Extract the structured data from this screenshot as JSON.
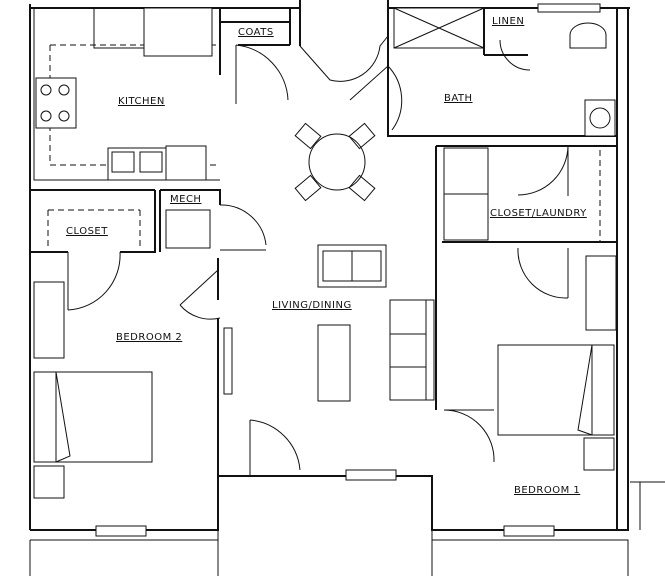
{
  "rooms": {
    "kitchen": "KITCHEN",
    "coats": "COATS",
    "linen": "LINEN",
    "bath": "BATH",
    "mech": "MECH",
    "closet": "CLOSET",
    "closet_laundry": "CLOSET/LAUNDRY",
    "living_dining": "LIVING/DINING",
    "bedroom_2": "BEDROOM 2",
    "bedroom_1": "BEDROOM 1"
  }
}
